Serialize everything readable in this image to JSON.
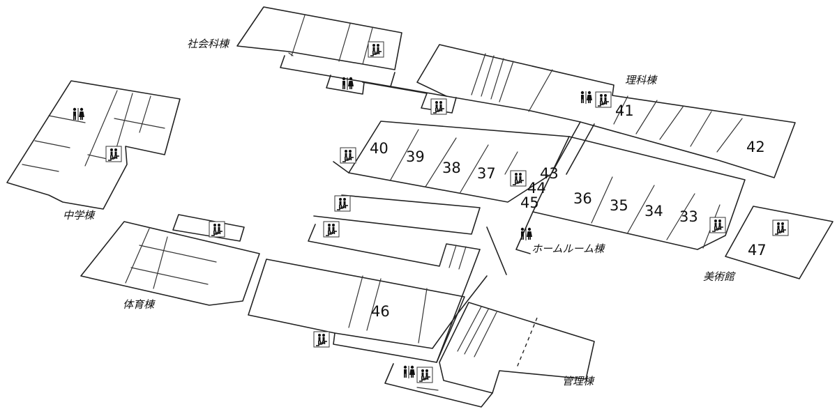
{
  "buildings": [
    {
      "id": "shakai",
      "label": "社会科棟"
    },
    {
      "id": "rika",
      "label": "理科棟"
    },
    {
      "id": "chugaku",
      "label": "中学棟"
    },
    {
      "id": "taiiku",
      "label": "体育棟"
    },
    {
      "id": "homeroom",
      "label": "ホームルーム棟"
    },
    {
      "id": "bijutsu",
      "label": "美術館"
    },
    {
      "id": "kanri",
      "label": "管理棟"
    }
  ],
  "rooms": [
    "40",
    "39",
    "38",
    "37",
    "43",
    "44",
    "45",
    "36",
    "35",
    "34",
    "33",
    "41",
    "42",
    "47",
    "46"
  ],
  "icons": {
    "stairs": "stairs-icon",
    "restroom": "restroom-icon"
  },
  "colors": {
    "line": "#222222",
    "background": "#ffffff"
  }
}
